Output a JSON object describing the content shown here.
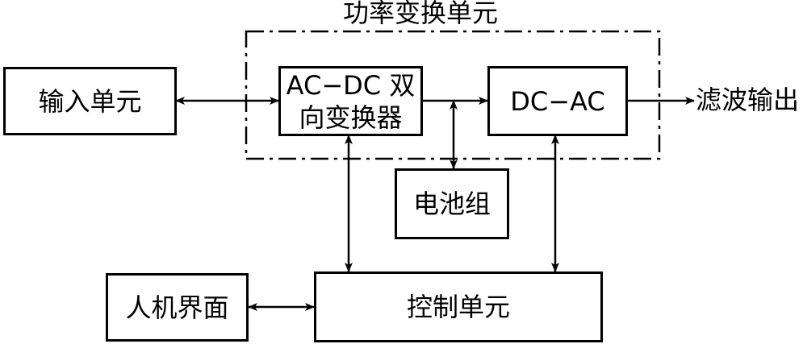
{
  "title": "功率变换单元",
  "blocks": {
    "input_unit": "输入单元",
    "acdc_line1": "AC−DC 双",
    "acdc_line2": "向变换器",
    "dcac": "DC−AC",
    "battery": "电池组",
    "hmi": "人机界面",
    "control_unit": "控制单元"
  },
  "output_label": "滤波输出"
}
